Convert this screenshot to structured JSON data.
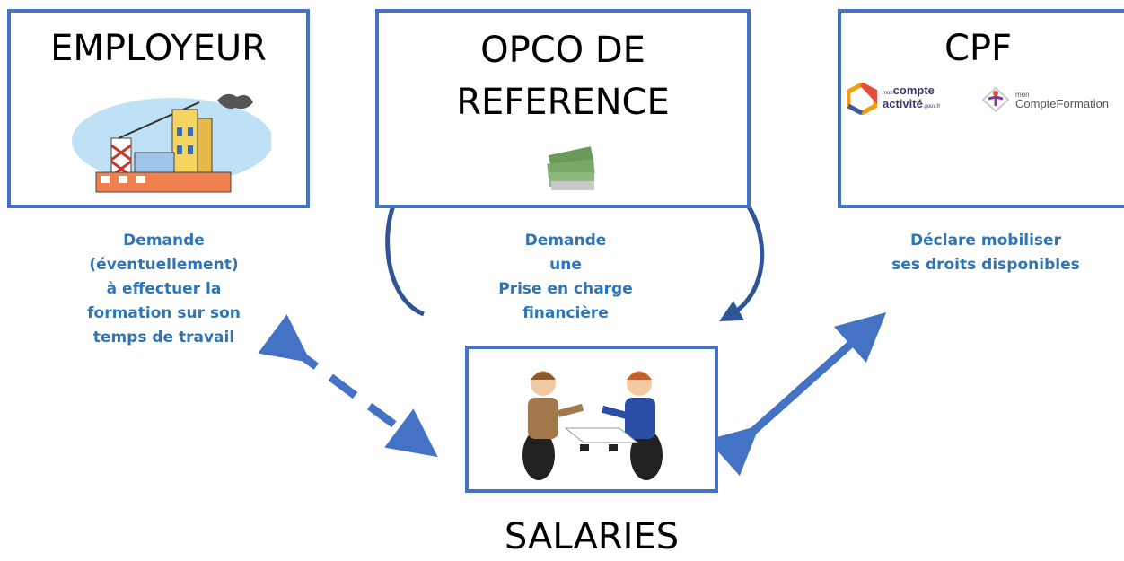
{
  "employer": {
    "title": "EMPLOYEUR",
    "caption": [
      "Demande",
      "(éventuellement)",
      "à effectuer la",
      "formation sur son",
      "temps de travail"
    ]
  },
  "opco": {
    "title_line1": "OPCO DE",
    "title_line2": "REFERENCE",
    "caption": [
      "Demande",
      "une",
      "Prise en charge",
      "financière"
    ]
  },
  "cpf": {
    "title": "CPF",
    "logo1": {
      "small": "mon",
      "big": "compte",
      "line2": "activité",
      "suffix": ".gouv.fr"
    },
    "logo2": {
      "small": "mon",
      "big": "CompteFormation"
    },
    "caption": [
      "Déclare mobiliser",
      "ses droits disponibles"
    ]
  },
  "salaries": {
    "title": "SALARIES"
  },
  "colors": {
    "border": "#4472c4",
    "caption": "#2e75b6",
    "arrow": "#4472c4",
    "curve": "#2f5597"
  }
}
